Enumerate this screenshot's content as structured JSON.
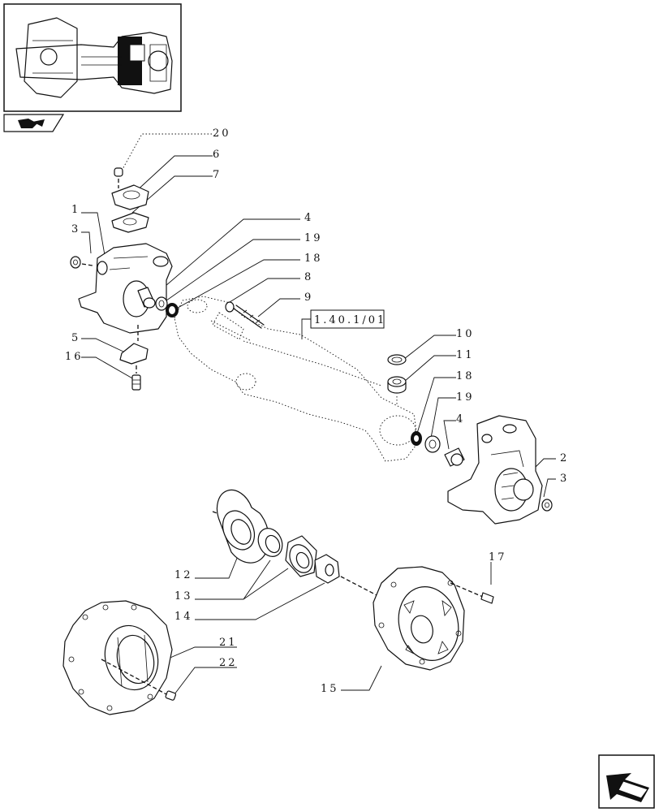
{
  "reference_box": "1.40.1/01",
  "callouts": [
    {
      "id": "20",
      "label": "20"
    },
    {
      "id": "6",
      "label": "6"
    },
    {
      "id": "7",
      "label": "7"
    },
    {
      "id": "1",
      "label": "1"
    },
    {
      "id": "3a",
      "label": "3"
    },
    {
      "id": "4a",
      "label": "4"
    },
    {
      "id": "19a",
      "label": "19"
    },
    {
      "id": "18a",
      "label": "18"
    },
    {
      "id": "8",
      "label": "8"
    },
    {
      "id": "9",
      "label": "9"
    },
    {
      "id": "5",
      "label": "5"
    },
    {
      "id": "16",
      "label": "16"
    },
    {
      "id": "10",
      "label": "10"
    },
    {
      "id": "11",
      "label": "11"
    },
    {
      "id": "18b",
      "label": "18"
    },
    {
      "id": "19b",
      "label": "19"
    },
    {
      "id": "4b",
      "label": "4"
    },
    {
      "id": "2",
      "label": "2"
    },
    {
      "id": "3b",
      "label": "3"
    },
    {
      "id": "17",
      "label": "17"
    },
    {
      "id": "12",
      "label": "12"
    },
    {
      "id": "13",
      "label": "13"
    },
    {
      "id": "14",
      "label": "14"
    },
    {
      "id": "21",
      "label": "21"
    },
    {
      "id": "22",
      "label": "22"
    },
    {
      "id": "15",
      "label": "15"
    }
  ],
  "icons": {
    "thumbnail": "axle-assembly-thumbnail",
    "nav_small": "book-arrow-icon",
    "nav_large": "next-page-arrow-icon"
  }
}
